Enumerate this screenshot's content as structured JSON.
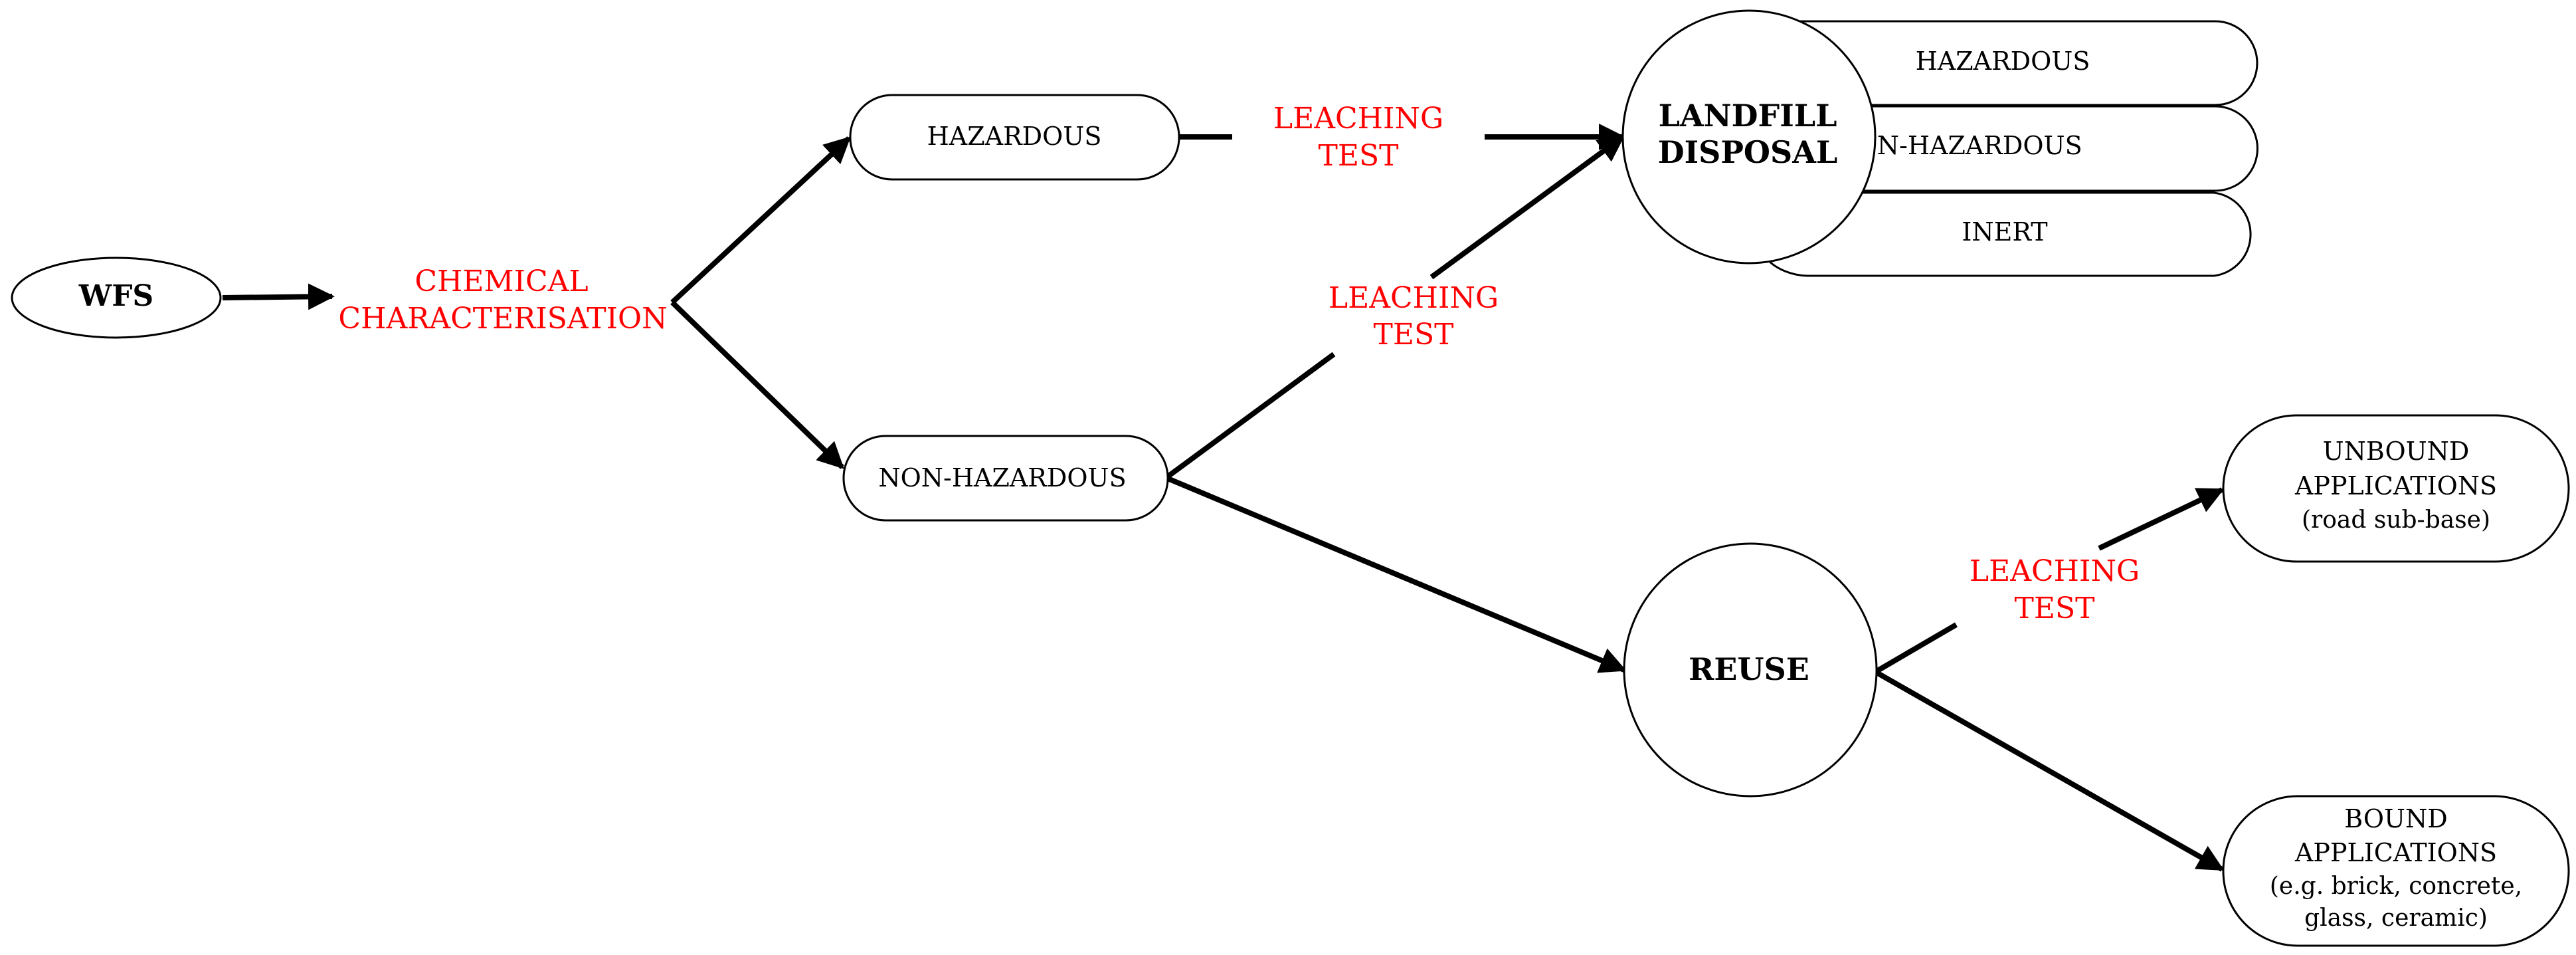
{
  "nodes": {
    "wfs": "WFS",
    "chemical_characterisation": [
      "CHEMICAL",
      "CHARACTERISATION"
    ],
    "hazardous": "HAZARDOUS",
    "non_hazardous": "NON-HAZARDOUS",
    "landfill_disposal": [
      "LANDFILL",
      "DISPOSAL"
    ],
    "landfill_hazardous": "HAZARDOUS",
    "landfill_non_hazardous": "NON-HAZARDOUS",
    "landfill_inert": "INERT",
    "reuse": "REUSE",
    "unbound": [
      "UNBOUND",
      "APPLICATIONS",
      "(road sub-base)"
    ],
    "bound": [
      "BOUND",
      "APPLICATIONS",
      "(e.g. brick, concrete,",
      "glass, ceramic)"
    ]
  },
  "edge_labels": {
    "leaching_hazardous": [
      "LEACHING",
      "TEST"
    ],
    "leaching_non_hazardous": [
      "LEACHING",
      "TEST"
    ],
    "leaching_reuse": [
      "LEACHING",
      "TEST"
    ]
  },
  "colors": {
    "process_text": "#ff0000",
    "stroke": "#000000"
  }
}
